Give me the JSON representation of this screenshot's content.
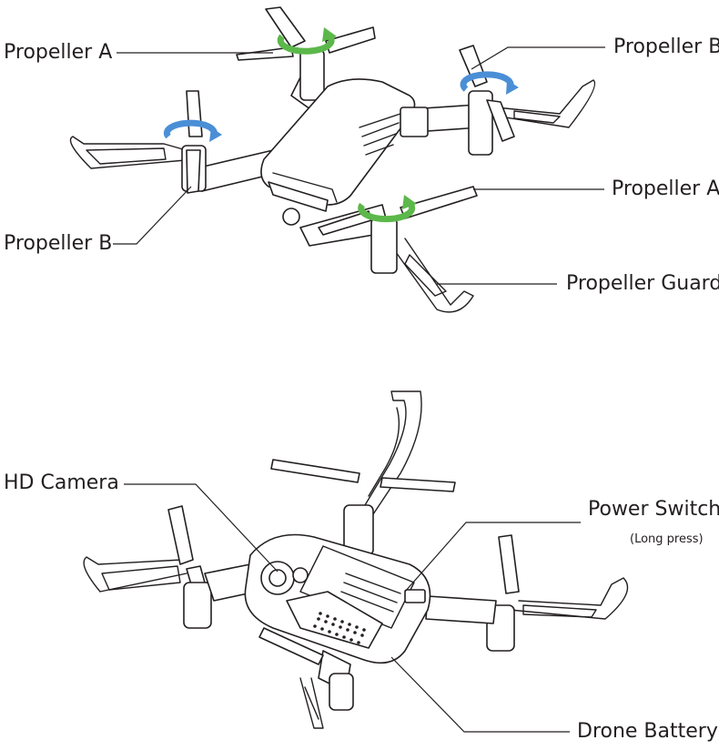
{
  "labels": {
    "top_propeller_a_left": "Propeller A",
    "top_propeller_b_right": "Propeller B",
    "top_propeller_a_right": "Propeller A",
    "top_propeller_b_left": "Propeller B",
    "propeller_guard": "Propeller Guard",
    "hd_camera": "HD Camera",
    "power_switch": "Power Switch",
    "power_switch_note": "(Long press)",
    "drone_battery": "Drone Battery"
  },
  "colors": {
    "propeller_a_arrow": "#5cb84a",
    "propeller_b_arrow": "#4a8fd6",
    "line": "#231f20"
  },
  "icons": {
    "propeller_a_rotation": "rotate-clockwise-green-icon",
    "propeller_b_rotation": "rotate-counterclockwise-blue-icon"
  }
}
